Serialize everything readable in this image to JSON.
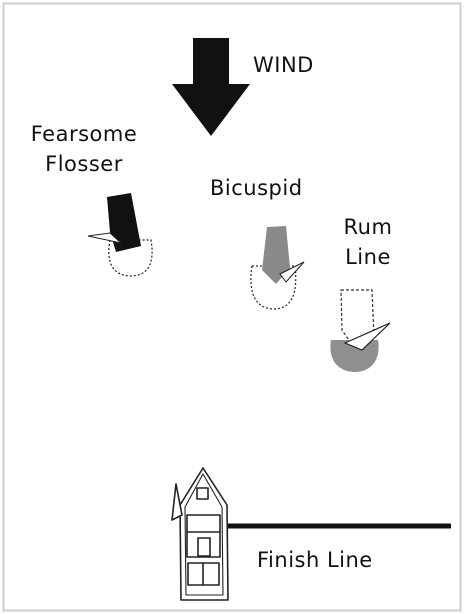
{
  "diagram": {
    "wind_label": "WIND",
    "finish_label": "Finish Line",
    "boats": [
      {
        "name_lines": [
          "Fearsome",
          "Flosser"
        ],
        "sail_color": "#111111",
        "hull_style": "outline"
      },
      {
        "name_lines": [
          "Bicuspid"
        ],
        "sail_color": "#8a8a8a",
        "hull_style": "outline"
      },
      {
        "name_lines": [
          "Rum",
          "Line"
        ],
        "sail_color": "#ffffff",
        "hull_style": "filled",
        "hull_color": "#8f8f8f"
      }
    ],
    "committee_boat": {
      "icon": "committee-boat-icon"
    },
    "colors": {
      "ink": "#111111",
      "frame_border": "#cfcfcf",
      "grey": "#8a8a8a"
    }
  }
}
